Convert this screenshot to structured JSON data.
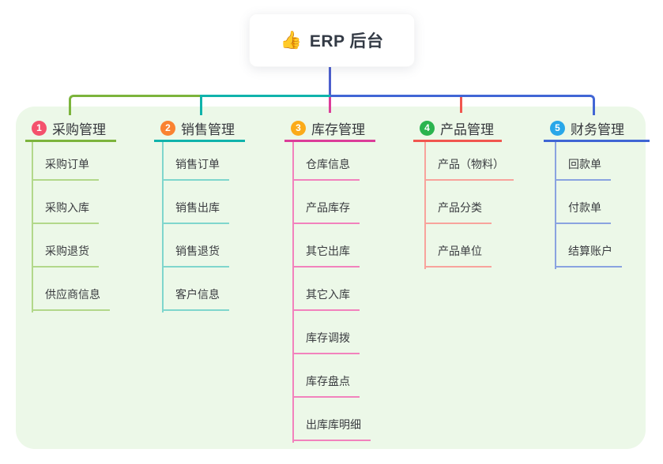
{
  "root": {
    "icon": "👍",
    "label": "ERP 后台"
  },
  "branches": [
    {
      "index": "1",
      "label": "采购管理",
      "colors": {
        "badge": "#f4516c",
        "line": "#7cb43c",
        "child_line": "#b2d88a"
      },
      "children": [
        "采购订单",
        "采购入库",
        "采购退货",
        "供应商信息"
      ]
    },
    {
      "index": "2",
      "label": "销售管理",
      "colors": {
        "badge": "#fa8231",
        "line": "#10b3ab",
        "child_line": "#7fd6cd"
      },
      "children": [
        "销售订单",
        "销售出库",
        "销售退货",
        "客户信息"
      ]
    },
    {
      "index": "3",
      "label": "库存管理",
      "colors": {
        "badge": "#fbab19",
        "line": "#dc3d99",
        "child_line": "#f282bd"
      },
      "children": [
        "仓库信息",
        "产品库存",
        "其它出库",
        "其它入库",
        "库存调拨",
        "库存盘点",
        "出库库明细"
      ]
    },
    {
      "index": "4",
      "label": "产品管理",
      "colors": {
        "badge": "#2bb44f",
        "line": "#f1564f",
        "child_line": "#f8a39c"
      },
      "children": [
        "产品（物料）",
        "产品分类",
        "产品单位"
      ]
    },
    {
      "index": "5",
      "label": "财务管理",
      "colors": {
        "badge": "#29a7e9",
        "line": "#3f66d4",
        "child_line": "#8aa3e0"
      },
      "children": [
        "回款单",
        "付款单",
        "结算账户"
      ]
    }
  ],
  "connectors": {
    "root_line": "#4c5ecd",
    "bus_left": "#7cb43c",
    "bus_mid": "#10b3ab",
    "bus_right": "#4166d5",
    "drop_inventory": "#dc3d99",
    "drop_product": "#f1564f"
  },
  "theme": {
    "panel_bg": "#ecf8e8",
    "canvas_bg": "#ffffff",
    "text": "#36383d"
  }
}
